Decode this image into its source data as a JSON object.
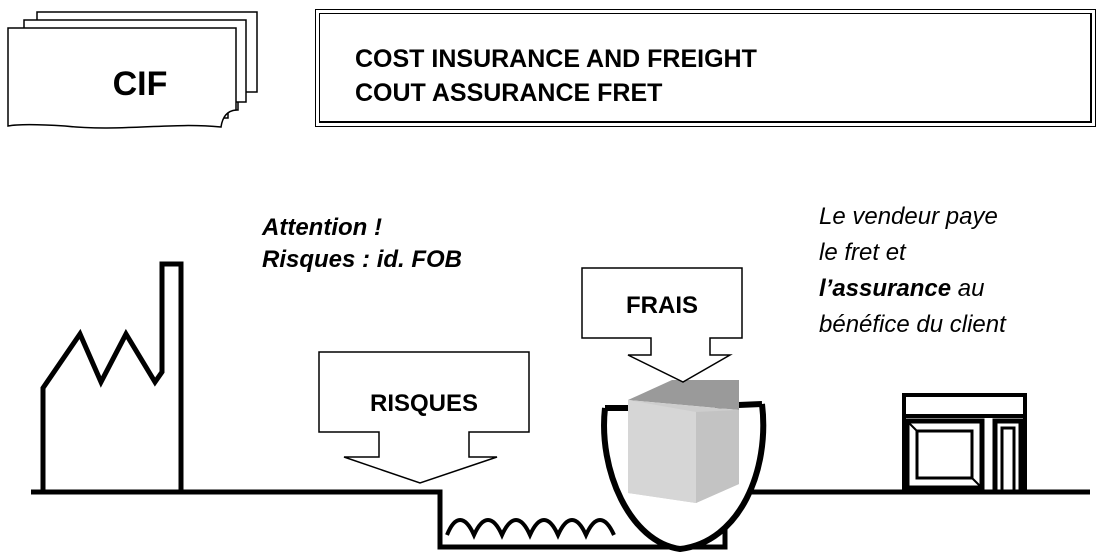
{
  "tag": {
    "label": "CIF"
  },
  "title": {
    "line1": "COST INSURANCE AND FREIGHT",
    "line2": "COUT ASSURANCE FRET"
  },
  "note_left": {
    "line1": "Attention !",
    "line2": "Risques : id. FOB"
  },
  "note_right": {
    "line1": "Le vendeur paye",
    "line2": "le fret et",
    "line3_bold": "l’assurance",
    "line3_rest": " au",
    "line4": "bénéfice du client"
  },
  "callouts": {
    "risques": "RISQUES",
    "frais": "FRAIS"
  }
}
